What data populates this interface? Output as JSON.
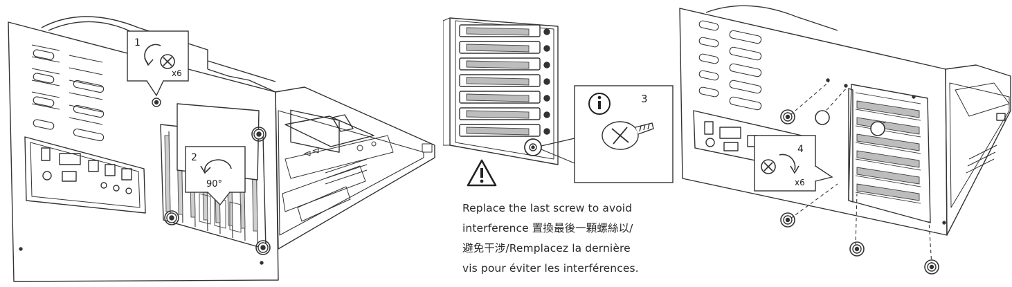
{
  "step1": {
    "number": "1",
    "count": "x6"
  },
  "step2": {
    "number": "2",
    "angle": "90°"
  },
  "step3": {
    "number": "3"
  },
  "step4": {
    "number": "4",
    "count": "x6"
  },
  "warning": {
    "line1": "Replace the last screw to avoid",
    "line2": "interference 置換最後一顆螺絲以/",
    "line3": "避免干涉/Remplacez la dernière",
    "line4": "vis pour éviter les interférences."
  }
}
